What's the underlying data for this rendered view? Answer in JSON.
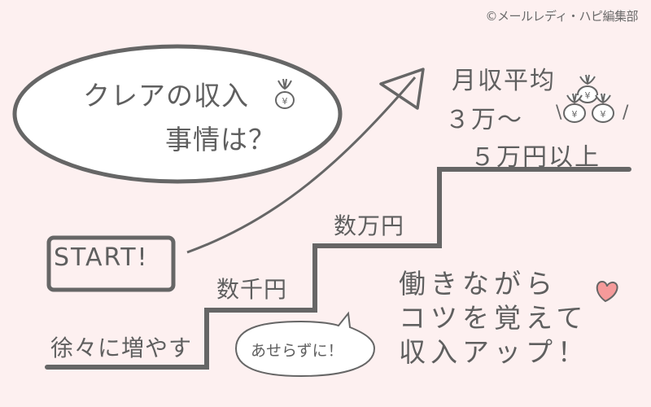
{
  "credit": "©メールレディ・ハピ編集部",
  "title_bubble": {
    "line1": "クレアの収入",
    "line2": "事情は？",
    "icon": "money-bag-icon"
  },
  "start_label": "START!",
  "steps": [
    {
      "label": "徐々に増やす"
    },
    {
      "label": "数千円"
    },
    {
      "label": "数万円"
    }
  ],
  "goal": {
    "line1": "月収平均",
    "line2": "３万～",
    "line3": "５万円以上",
    "icon": "money-bags-icon"
  },
  "hint_bubble": "あせらずに！",
  "message": {
    "line1": "働きながら",
    "line2": "コツを覚えて",
    "line3": "収入アップ！"
  },
  "colors": {
    "background": "#fdf0f0",
    "line": "#666666",
    "bubble_fill": "#ffffff",
    "heart": "#f59a9a"
  }
}
